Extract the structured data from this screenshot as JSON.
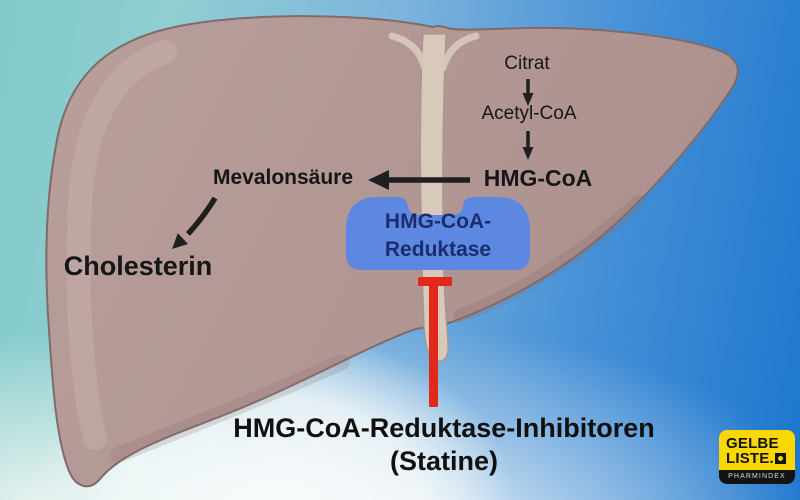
{
  "diagram": {
    "pathway": {
      "citrat": "Citrat",
      "acetyl_coa": "Acetyl-CoA",
      "hmg_coa": "HMG-CoA",
      "mevalonsaeure": "Mevalonsäure",
      "cholesterin": "Cholesterin"
    },
    "enzyme": {
      "line1": "HMG-CoA-",
      "line2": "Reduktase"
    },
    "inhibitor": {
      "line1": "HMG-CoA-Reduktase-Inhibitoren",
      "line2": "(Statine)"
    }
  },
  "logo": {
    "line1": "GELBE",
    "line2": "LISTE.",
    "tagline": "PHARMINDEX"
  },
  "colors": {
    "bg_teal": "#80cac7",
    "bg_blue": "#1d77cd",
    "liver_light": "#b99f9c",
    "liver_dark": "#ac908e",
    "liver_outline": "#7f6b68",
    "liver_highlight": "#c7afab",
    "ligament": "#d8c9bb",
    "ligament_edge": "#a79888",
    "enzyme_fill": "#5c88e2",
    "enzyme_text": "#1c2d6e",
    "inhibitor_red": "#e2271b",
    "arrow_black": "#1f1f1f",
    "logo_yellow": "#f8d800"
  }
}
